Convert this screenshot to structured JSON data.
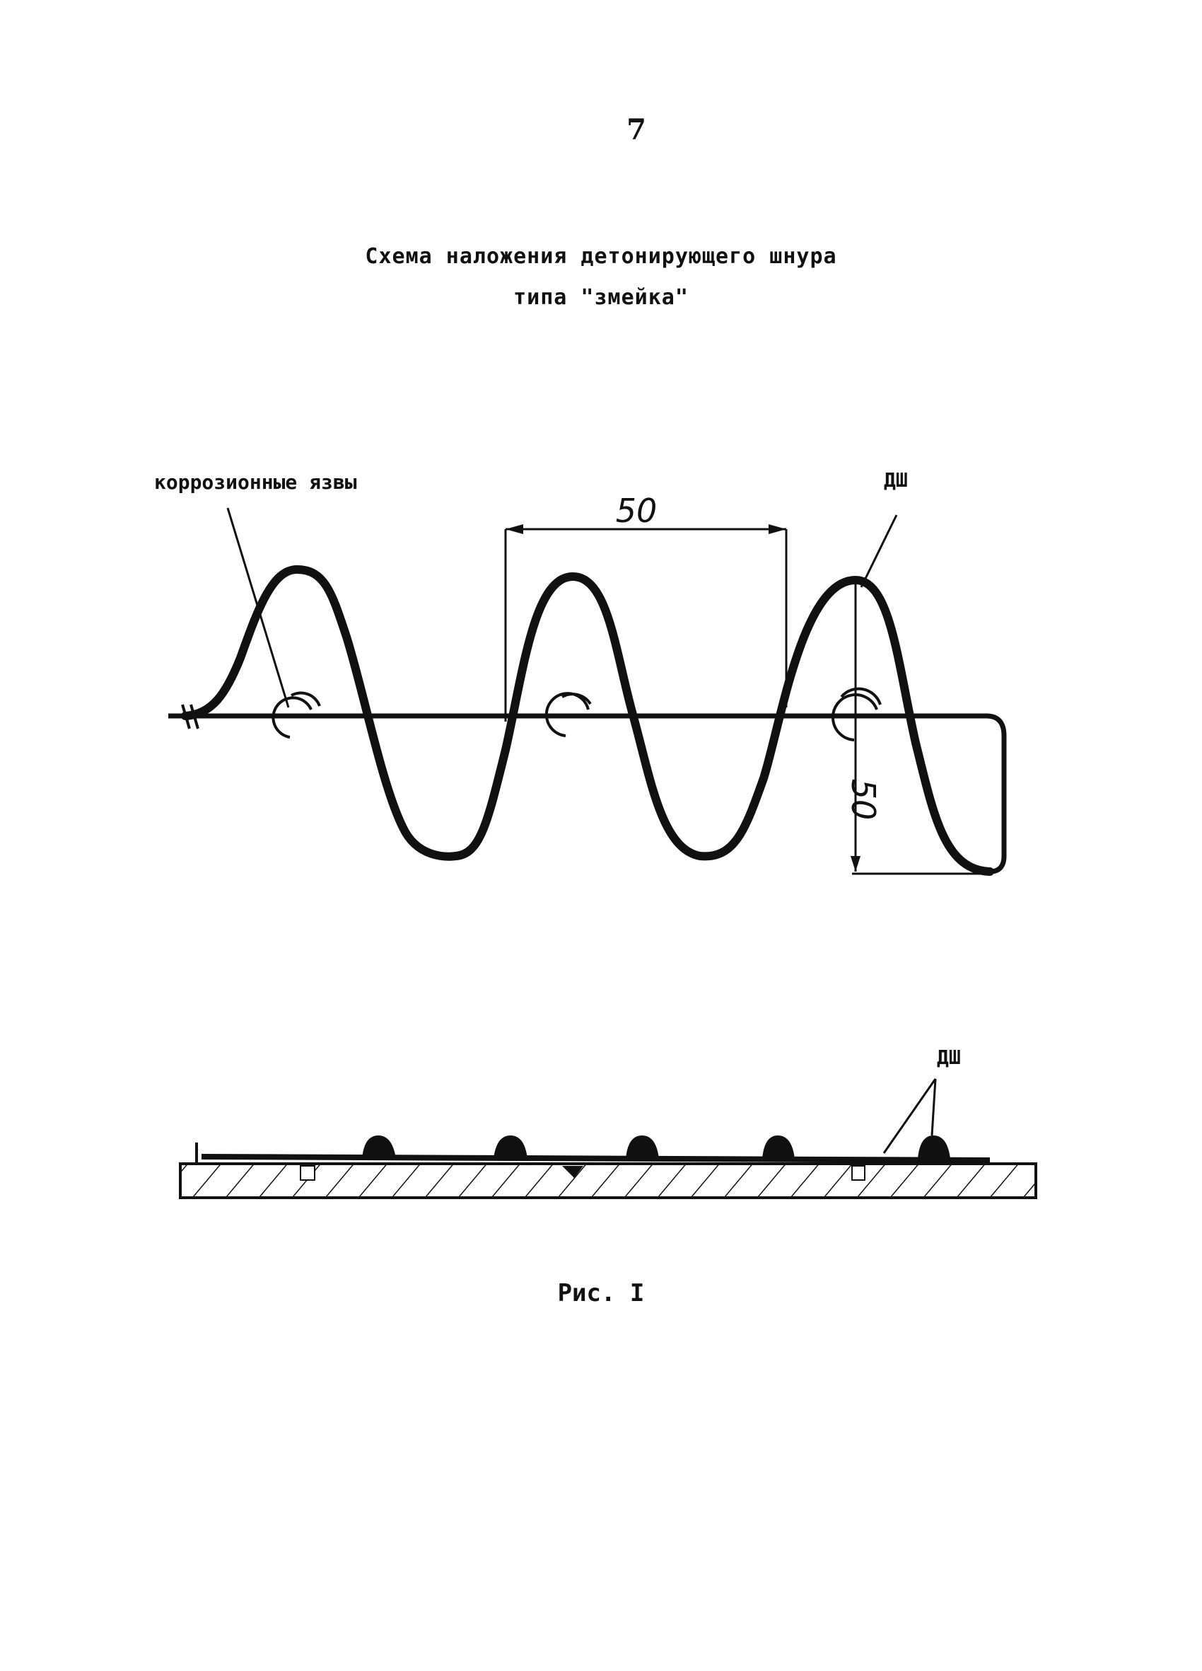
{
  "page_number": "7",
  "title_line1": "Схема наложения детонирующего шнура",
  "title_line2": "типа \"змейка\"",
  "label_corrosion": "коррозионные язвы",
  "label_dsh_top": "ДШ",
  "label_dsh_bottom": "ДШ",
  "dim_horizontal": "50",
  "dim_vertical": "50",
  "caption": "Рис. I"
}
